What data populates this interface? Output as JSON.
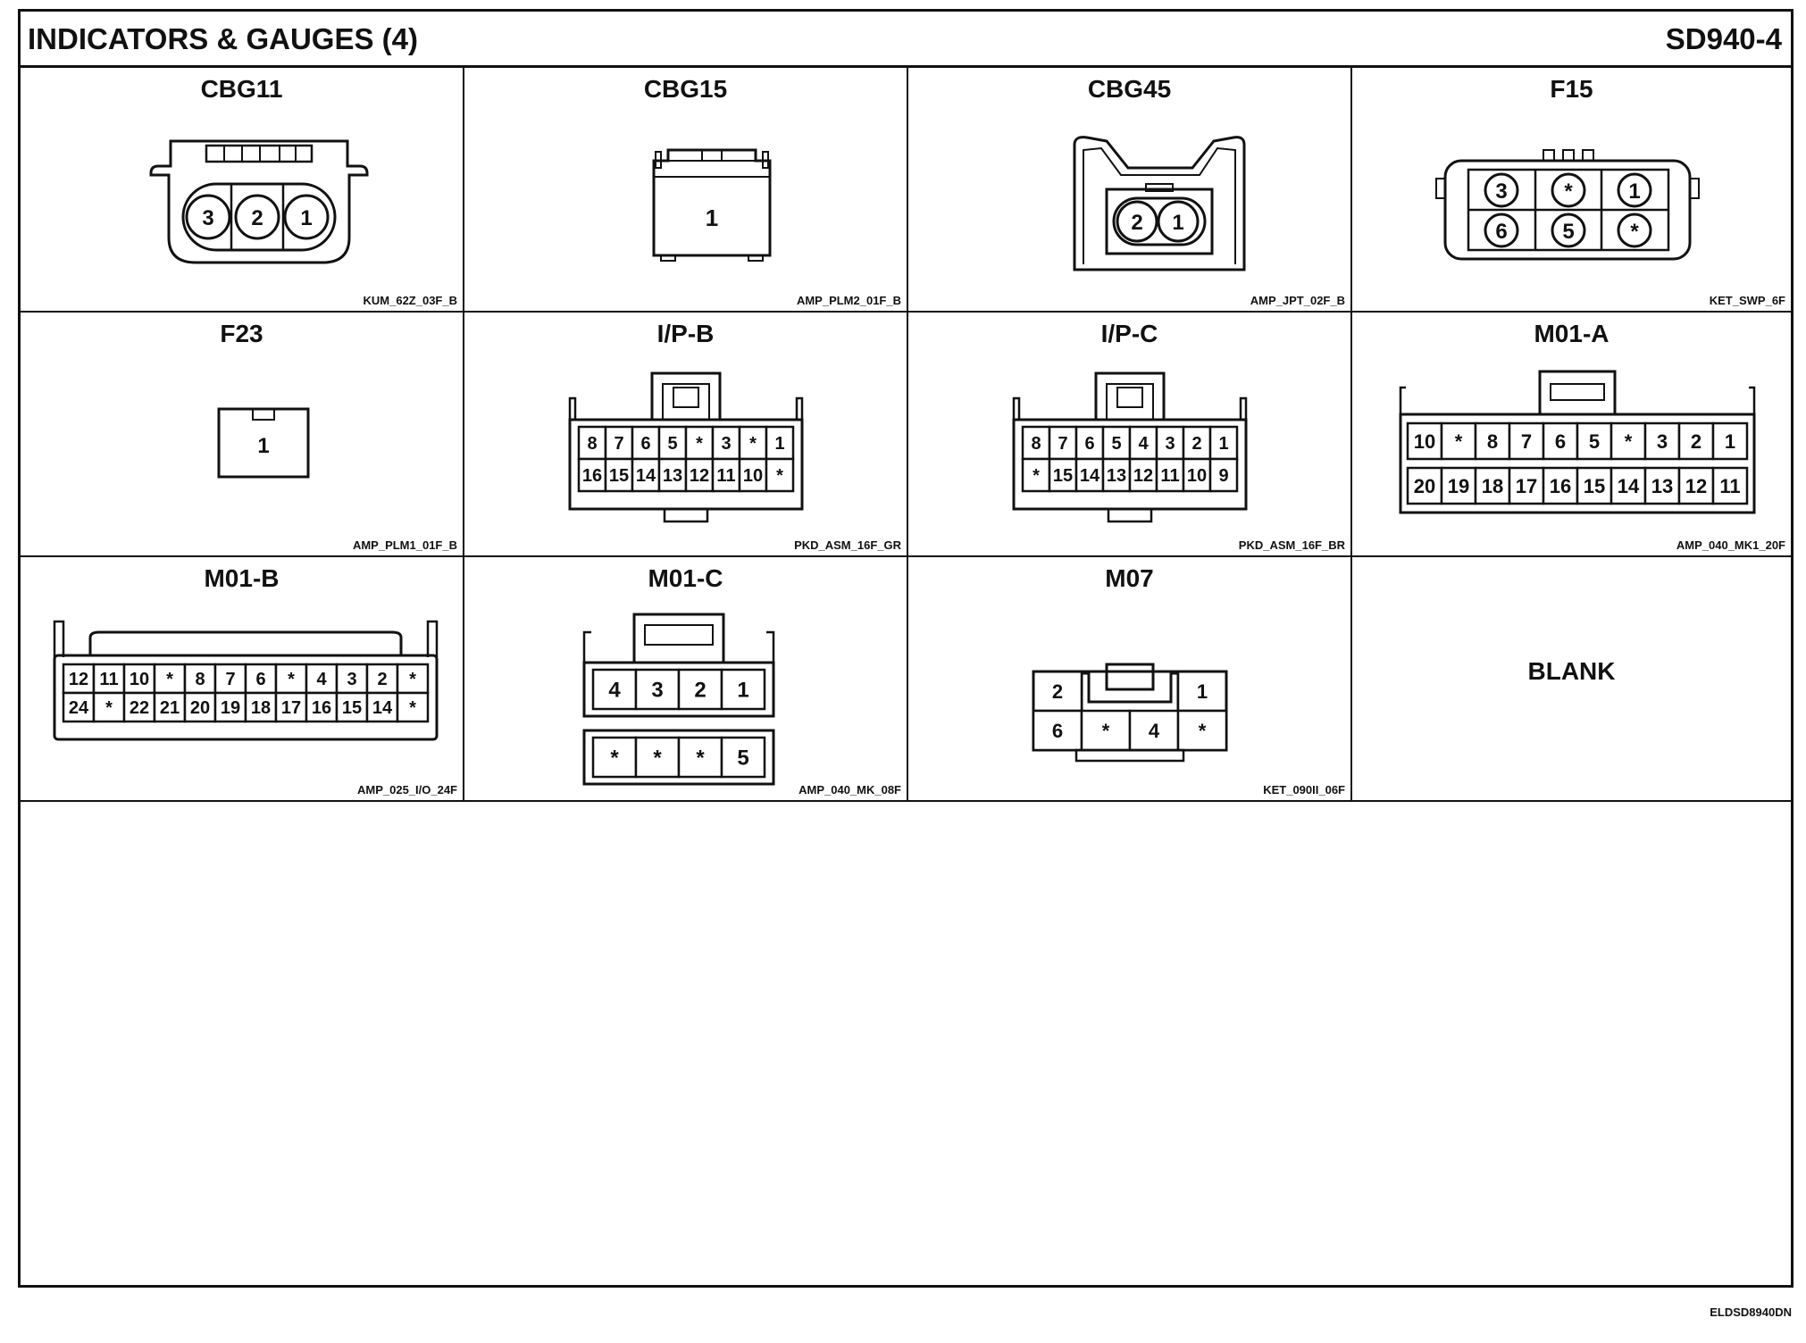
{
  "header": {
    "title": "INDICATORS & GAUGES (4)",
    "sheet_number": "SD940-4"
  },
  "connectors": [
    {
      "name": "CBG11",
      "code": "KUM_62Z_03F_B",
      "pins": [
        "3",
        "2",
        "1"
      ]
    },
    {
      "name": "CBG15",
      "code": "AMP_PLM2_01F_B",
      "pins": [
        "1"
      ]
    },
    {
      "name": "CBG45",
      "code": "AMP_JPT_02F_B",
      "pins": [
        "2",
        "1"
      ]
    },
    {
      "name": "F15",
      "code": "KET_SWP_6F",
      "rows": [
        [
          "3",
          "*",
          "1"
        ],
        [
          "6",
          "5",
          "*"
        ]
      ]
    },
    {
      "name": "F23",
      "code": "AMP_PLM1_01F_B",
      "pins": [
        "1"
      ]
    },
    {
      "name": "I/P-B",
      "code": "PKD_ASM_16F_GR",
      "rows": [
        [
          "8",
          "7",
          "6",
          "5",
          "*",
          "3",
          "*",
          "1"
        ],
        [
          "16",
          "15",
          "14",
          "13",
          "12",
          "11",
          "10",
          "*"
        ]
      ]
    },
    {
      "name": "I/P-C",
      "code": "PKD_ASM_16F_BR",
      "rows": [
        [
          "8",
          "7",
          "6",
          "5",
          "4",
          "3",
          "2",
          "1"
        ],
        [
          "*",
          "15",
          "14",
          "13",
          "12",
          "11",
          "10",
          "9"
        ]
      ]
    },
    {
      "name": "M01-A",
      "code": "AMP_040_MK1_20F",
      "rows": [
        [
          "10",
          "*",
          "8",
          "7",
          "6",
          "5",
          "*",
          "3",
          "2",
          "1"
        ],
        [
          "20",
          "19",
          "18",
          "17",
          "16",
          "15",
          "14",
          "13",
          "12",
          "11"
        ]
      ]
    },
    {
      "name": "M01-B",
      "code": "AMP_025_I/O_24F",
      "rows": [
        [
          "12",
          "11",
          "10",
          "*",
          "8",
          "7",
          "6",
          "*",
          "4",
          "3",
          "2",
          "*"
        ],
        [
          "24",
          "*",
          "22",
          "21",
          "20",
          "19",
          "18",
          "17",
          "16",
          "15",
          "14",
          "*"
        ]
      ]
    },
    {
      "name": "M01-C",
      "code": "AMP_040_MK_08F",
      "rows": [
        [
          "4",
          "3",
          "2",
          "1"
        ],
        [
          "*",
          "*",
          "*",
          "5"
        ]
      ]
    },
    {
      "name": "M07",
      "code": "KET_090II_06F",
      "rows": [
        [
          "2",
          "1"
        ],
        [
          "6",
          "*",
          "4",
          "*"
        ]
      ]
    },
    {
      "name": "BLANK"
    }
  ],
  "footer": {
    "reference": "ELDSD8940DN"
  }
}
